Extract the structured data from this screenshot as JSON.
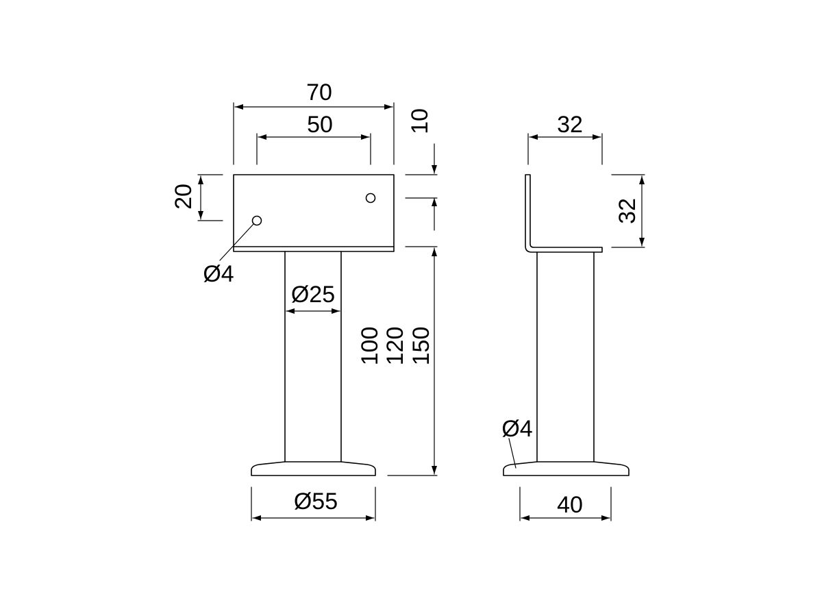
{
  "dimensions": {
    "width_70": "70",
    "width_50": "50",
    "height_10": "10",
    "height_20": "20",
    "hole_top": "Ø4",
    "tube_dia": "Ø25",
    "heights_100": "100",
    "heights_120": "120",
    "heights_150": "150",
    "base_dia": "Ø55",
    "side_width_32": "32",
    "side_height_32": "32",
    "side_hole": "Ø4",
    "side_base_40": "40"
  }
}
